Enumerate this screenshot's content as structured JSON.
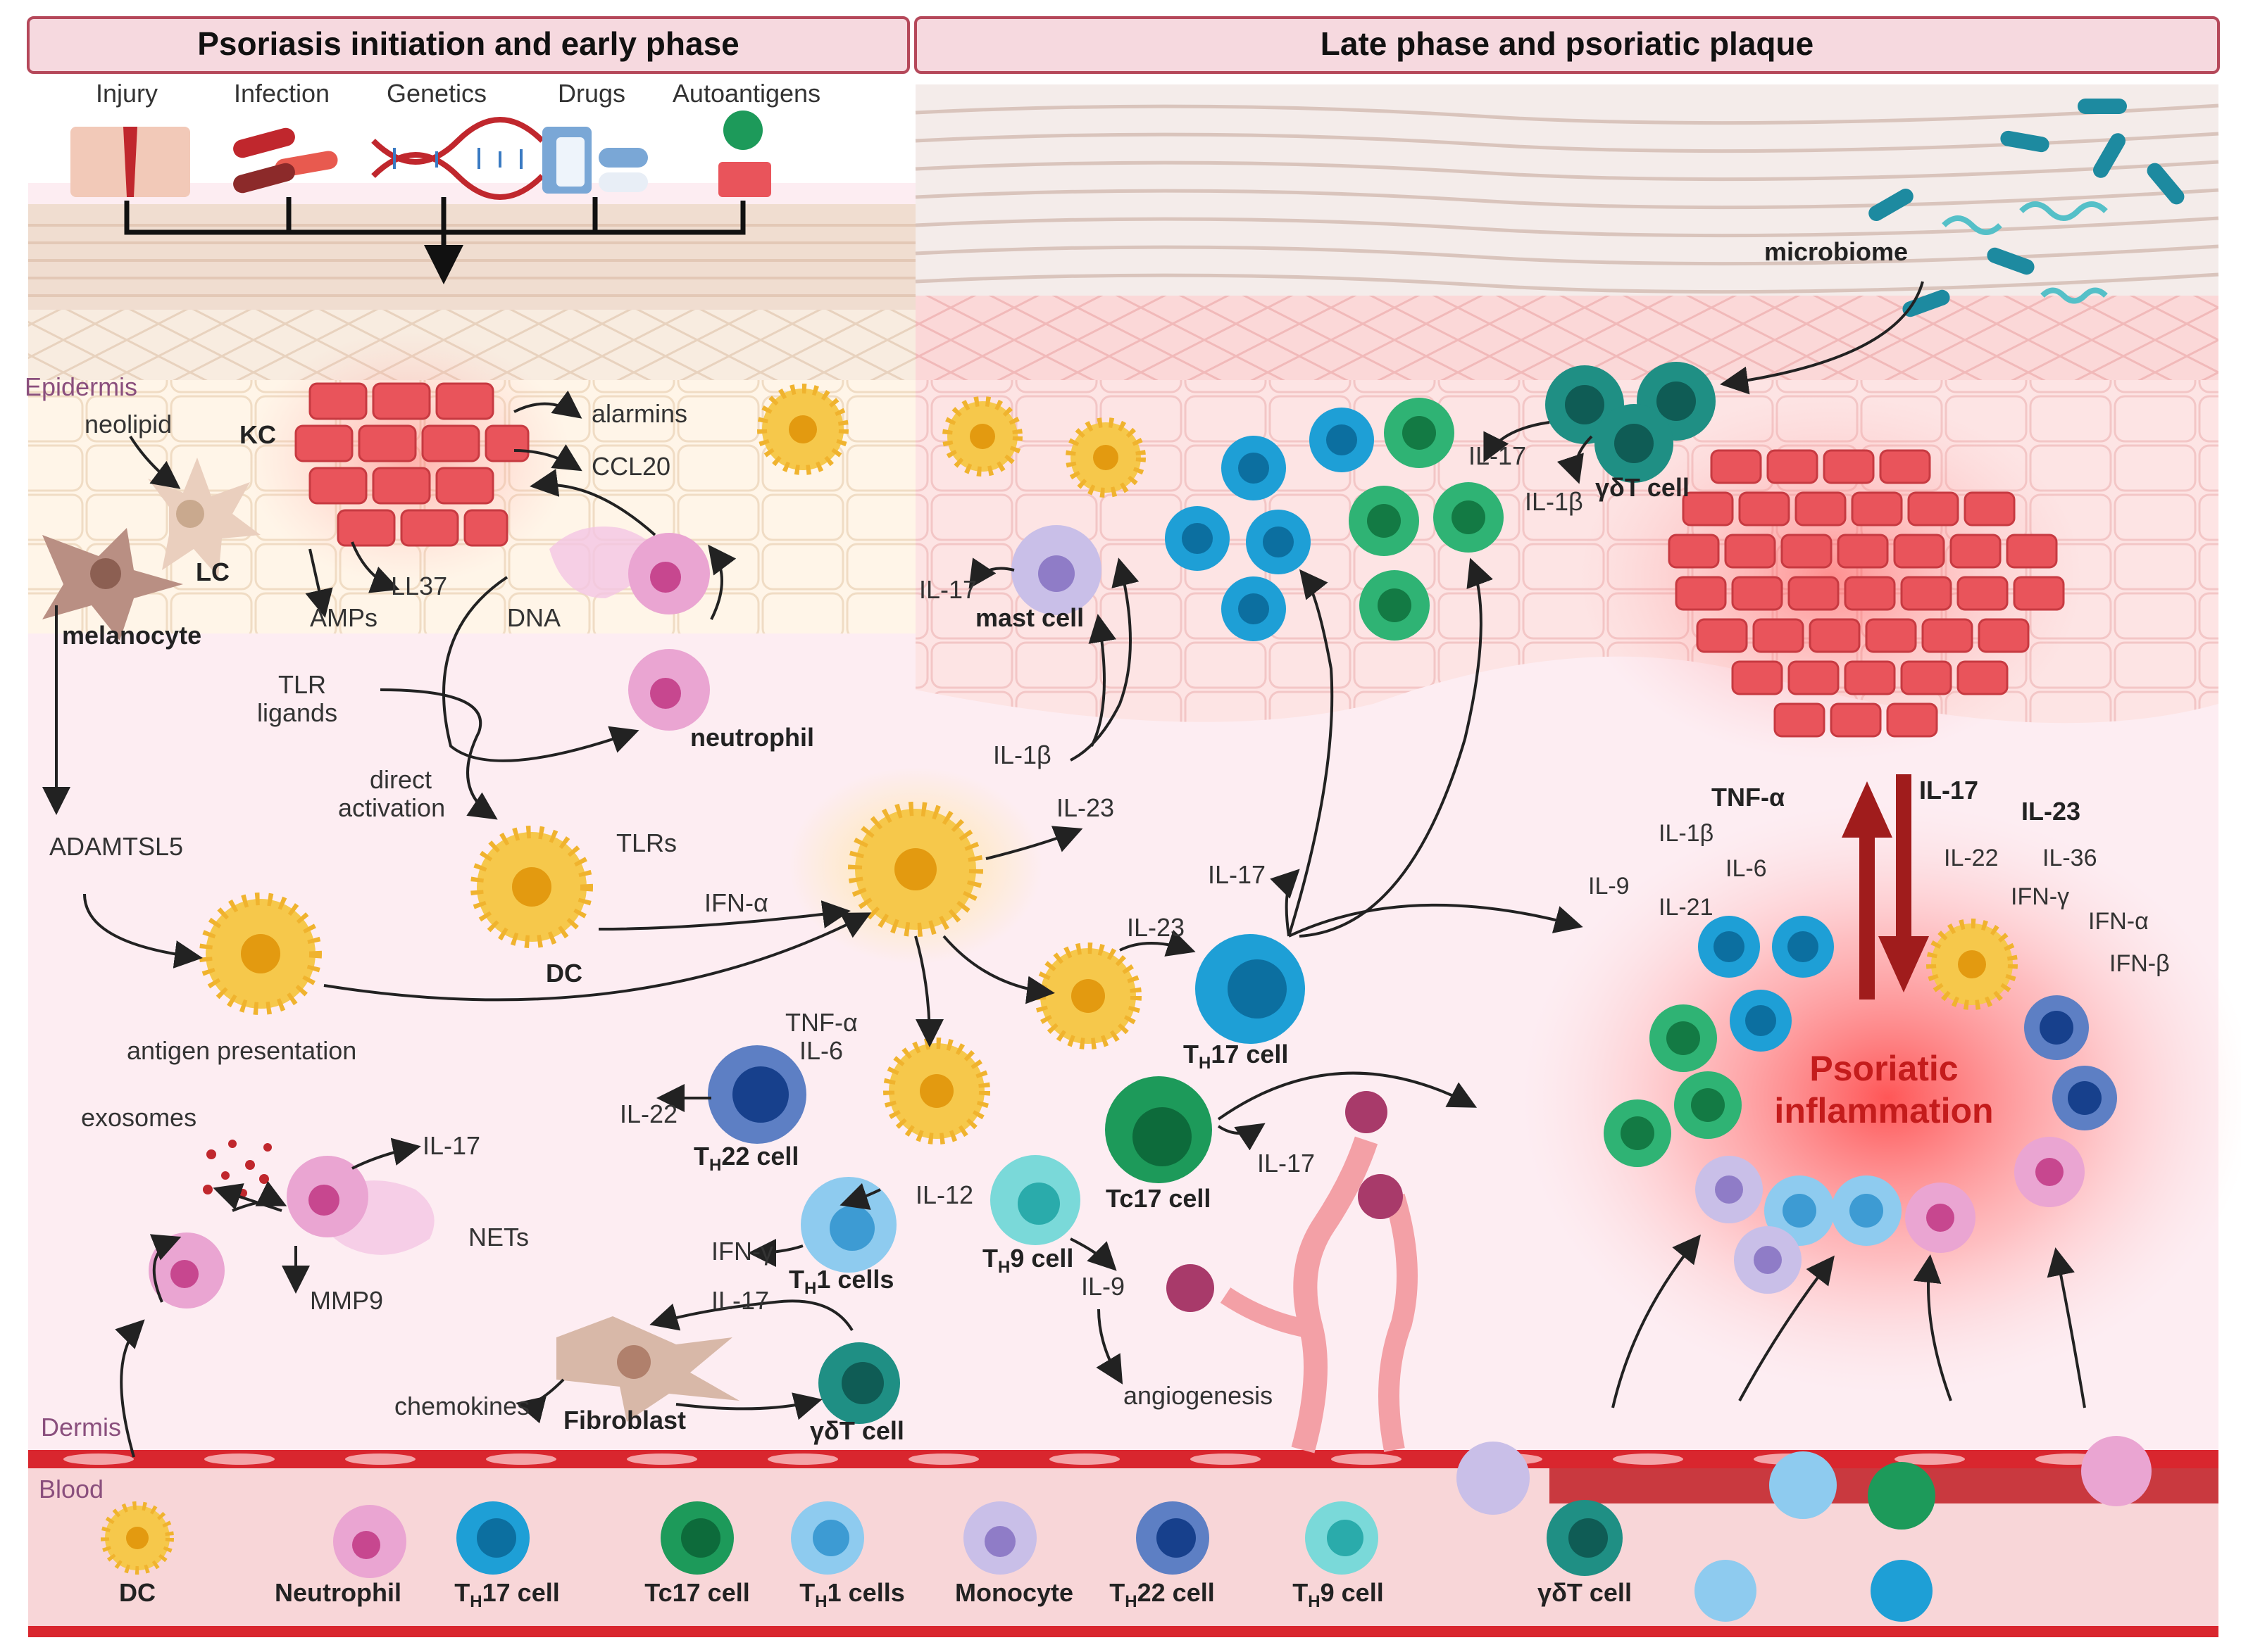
{
  "headers": {
    "early": "Psoriasis initiation and early phase",
    "late": "Late phase and psoriatic plaque"
  },
  "triggers": [
    "Injury",
    "Infection",
    "Genetics",
    "Drugs",
    "Autoantigens"
  ],
  "regions": {
    "epidermis": "Epidermis",
    "dermis": "Dermis",
    "blood": "Blood"
  },
  "early_labels": {
    "neolipid": "neolipid",
    "kc": "KC",
    "alarmins": "alarmins",
    "ccl20": "CCL20",
    "lc": "LC",
    "amps": "AMPs",
    "ll37": "LL37",
    "dna": "DNA",
    "melanocyte": "melanocyte",
    "tlr_ligands_1": "TLR",
    "tlr_ligands_2": "ligands",
    "neutrophil": "neutrophil",
    "direct_1": "direct",
    "direct_2": "activation",
    "tlrs": "TLRs",
    "adamtsl5": "ADAMTSL5",
    "dc": "DC",
    "ifna": "IFN-α",
    "antigen_presentation": "antigen presentation",
    "exosomes": "exosomes",
    "il17_net": "IL-17",
    "nets": "NETs",
    "mmp9": "MMP9",
    "il17_fib": "IL-17",
    "chemokines": "chemokines",
    "fibroblast": "Fibroblast",
    "gdt_dermis": "γδT cell"
  },
  "mid_labels": {
    "il17_mast": "IL-17",
    "mast_cell": "mast cell",
    "il1b": "IL-1β",
    "il23_dc": "IL-23",
    "il17_th17": "IL-17",
    "il23_th17": "IL-23",
    "tnfa": "TNF-α",
    "il6": "IL-6",
    "il22": "IL-22",
    "th22_main": "T",
    "th22_sub": "H",
    "th22_rest": "22 cell",
    "il12": "IL-12",
    "ifng": "IFN-γ",
    "th1_main": "T",
    "th1_sub": "H",
    "th1_rest": "1 cells",
    "th9_main": "T",
    "th9_sub": "H",
    "th9_rest": "9 cell",
    "th17_main": "T",
    "th17_sub": "H",
    "th17_rest": "17 cell",
    "tc17": "Tc17 cell",
    "il17_tc17": "IL-17",
    "il9": "IL-9",
    "angiogenesis": "angiogenesis"
  },
  "late_labels": {
    "microbiome": "microbiome",
    "il17_gdt": "IL-17",
    "il1b_gdt": "IL-1β",
    "gdt": "γδT cell",
    "tnfa": "TNF-α",
    "il17": "IL-17",
    "il23": "IL-23",
    "il1b": "IL-1β",
    "il6": "IL-6",
    "il22": "IL-22",
    "il36": "IL-36",
    "il9": "IL-9",
    "il21": "IL-21",
    "ifng": "IFN-γ",
    "ifna": "IFN-α",
    "ifnb": "IFN-β",
    "psoriatic_1": "Psoriatic",
    "psoriatic_2": "inflammation"
  },
  "blood_legend": [
    {
      "label": "DC"
    },
    {
      "label": "Neutrophil"
    },
    {
      "label": "T",
      "sub": "H",
      "rest": "17 cell"
    },
    {
      "label": "Tc17 cell"
    },
    {
      "label": "T",
      "sub": "H",
      "rest": "1 cells"
    },
    {
      "label": "Monocyte"
    },
    {
      "label": "T",
      "sub": "H",
      "rest": "22 cell"
    },
    {
      "label": "T",
      "sub": "H",
      "rest": "9 cell"
    },
    {
      "label": "γδT cell"
    }
  ],
  "colors": {
    "header_fill": "#f6d9df",
    "header_border": "#b5485a",
    "epidermis": "#fff3e4",
    "dermis": "#fde9ef",
    "blood": "#f7d4d6",
    "vessel": "#d7262c",
    "kc": "#e8474f",
    "dc": "#f4be3a",
    "th17": "#1e9fd6",
    "tc17": "#1d9a5a",
    "th1": "#7ec1ea",
    "th22": "#2a5faa",
    "th9": "#4fc9c9",
    "neutrophil": "#e9a2cf",
    "monocyte": "#c7b0e0",
    "gdt": "#1f8f84",
    "inflammation": "#c41c1c"
  }
}
